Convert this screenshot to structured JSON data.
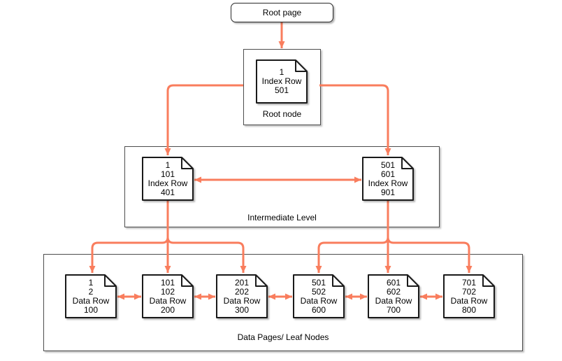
{
  "diagram": {
    "root_page": {
      "label": "Root page"
    },
    "root_node": {
      "label": "Root node",
      "page": {
        "lines": [
          "1",
          "Index Row",
          "501"
        ]
      }
    },
    "intermediate_level": {
      "label": "Intermediate Level",
      "pages": [
        {
          "lines": [
            "1",
            "101",
            "Index Row",
            "401"
          ]
        },
        {
          "lines": [
            "501",
            "601",
            "Index Row",
            "901"
          ]
        }
      ]
    },
    "leaf_level": {
      "label": "Data Pages/ Leaf Nodes",
      "pages": [
        {
          "lines": [
            "1",
            "2",
            "Data Row",
            "100"
          ]
        },
        {
          "lines": [
            "101",
            "102",
            "Data Row",
            "200"
          ]
        },
        {
          "lines": [
            "201",
            "202",
            "Data Row",
            "300"
          ]
        },
        {
          "lines": [
            "501",
            "502",
            "Data Row",
            "600"
          ]
        },
        {
          "lines": [
            "601",
            "602",
            "Data Row",
            "700"
          ]
        },
        {
          "lines": [
            "701",
            "702",
            "Data Row",
            "800"
          ]
        }
      ]
    },
    "colors": {
      "arrow": "#F97D5D",
      "container_border": "#4d4d4d",
      "page_border": "#1a1a1a",
      "background": "#ffffff"
    }
  }
}
